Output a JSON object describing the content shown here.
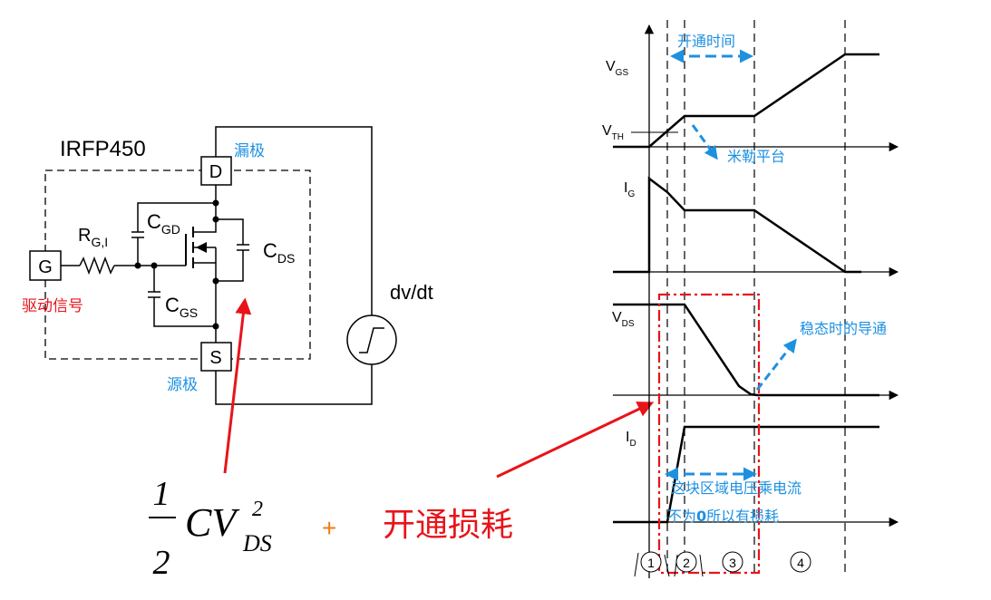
{
  "circuit": {
    "device_name": "IRFP450",
    "terminal_gate": "G",
    "terminal_drain": "D",
    "terminal_source": "S",
    "drain_note": "漏极",
    "source_note": "源极",
    "drive_note": "驱动信号",
    "resistor_main": "R",
    "resistor_sub": "G,I",
    "cap_gd_main": "C",
    "cap_gd_sub": "GD",
    "cap_gs_main": "C",
    "cap_gs_sub": "GS",
    "cap_ds_main": "C",
    "cap_ds_sub": "DS",
    "source_label": "dv/dt"
  },
  "formula": {
    "numerator": "1",
    "denominator": "2",
    "cv": "CV",
    "power": "2",
    "subscript": "DS",
    "plus": "+",
    "loss_text": "开通损耗"
  },
  "waveforms": {
    "vgs_main": "V",
    "vgs_sub": "GS",
    "vth_main": "V",
    "vth_sub": "TH",
    "ig_main": "I",
    "ig_sub": "G",
    "vds_main": "V",
    "vds_sub": "DS",
    "id_main": "I",
    "id_sub": "D",
    "turn_on_time": "开通时间",
    "miller_plateau": "米勒平台",
    "steady_conduction": "稳态时的导通",
    "loss_note_line1": "这块区域电压乘电流",
    "loss_note_line2_a": "不为",
    "loss_note_line2_b": "0",
    "loss_note_line2_c": "所以有损耗",
    "regions": [
      "1",
      "2",
      "3",
      "4"
    ]
  },
  "colors": {
    "blue_annotation": "#1e90e0",
    "red_annotation": "#e8141a",
    "orange_plus": "#f07b1a",
    "line": "#000000"
  }
}
